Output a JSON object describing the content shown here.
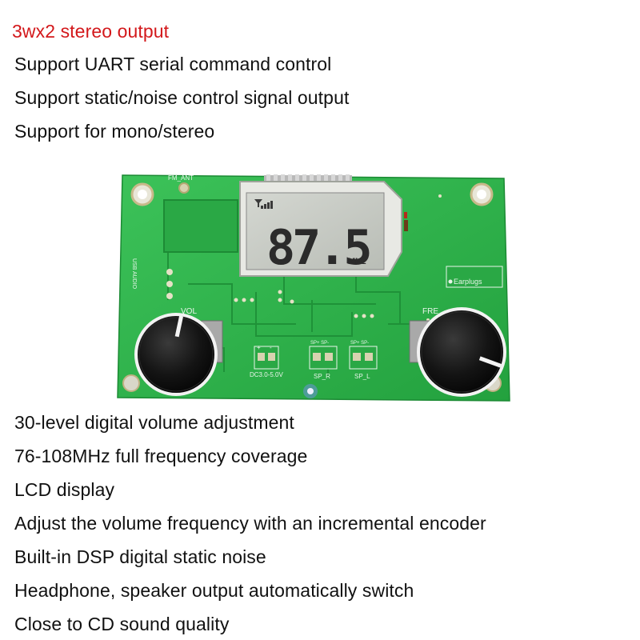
{
  "features_top": [
    "3wx2 stereo output",
    "Support UART serial command control",
    "Support static/noise control signal output",
    "Support for mono/stereo"
  ],
  "features_bottom": [
    "30-level digital volume adjustment",
    "76-108MHz full frequency coverage",
    "LCD display",
    "Adjust the volume frequency with an incremental encoder",
    "Built-in DSP digital static noise",
    "Headphone, speaker output automatically switch",
    "Close to CD sound quality"
  ],
  "board": {
    "lcd_frequency": "87.5",
    "lcd_unit": "MHz",
    "silk": {
      "antenna": "FM_ANT",
      "volume": "VOL",
      "frequency": "FRE",
      "earplugs": "Earplugs",
      "power": "DC3.0-5.0V",
      "speaker_right": "SP_R",
      "speaker_left": "SP_L",
      "sp_terminals": "SP+ SP-",
      "plus": "+",
      "minus": "-",
      "usb_audio": "USB AUDIO"
    }
  },
  "colors": {
    "accent_red": "#d3181b",
    "pcb_green": "#2fb24a",
    "lcd": "#c9ccc6"
  }
}
